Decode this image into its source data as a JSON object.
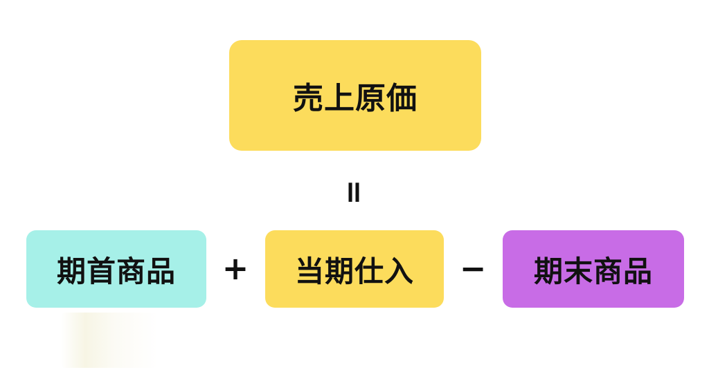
{
  "colors": {
    "yellow": "#FCDC5C",
    "cyan": "#A6F0E8",
    "purple": "#C86CE6"
  },
  "result": {
    "label": "売上原価",
    "color": "yellow"
  },
  "equals_symbol": "=",
  "terms": [
    {
      "label": "期首商品",
      "color": "cyan"
    },
    {
      "label": "当期仕入",
      "color": "yellow"
    },
    {
      "label": "期末商品",
      "color": "purple"
    }
  ],
  "operators": [
    "+",
    "−"
  ]
}
